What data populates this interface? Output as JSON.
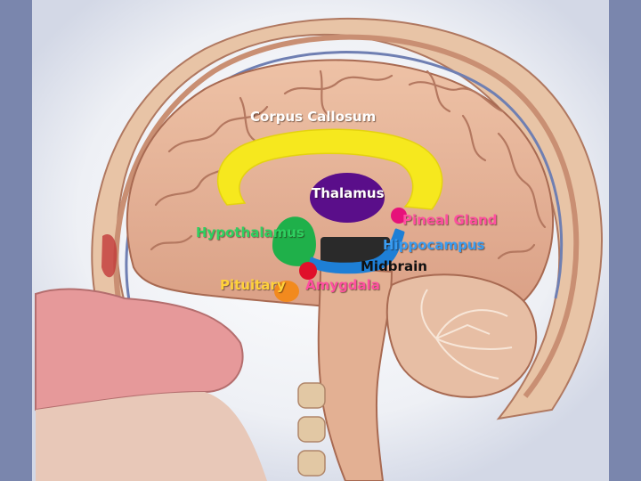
{
  "labels": {
    "corpus_callosum": "Corpus Callosum",
    "thalamus": "Thalamus",
    "pineal_gland": "Pineal Gland",
    "hypothalamus": "Hypothalamus",
    "hippocampus": "Hippocampus",
    "midbrain": "Midbrain",
    "pituitary": "Pituitary",
    "amygdala": "Amygdala"
  },
  "colors": {
    "background": "#7a86ad",
    "illustration_bg": "#dfe3ee",
    "brain_tissue": "#e6b49a",
    "corpus_callosum": "#f6e81e",
    "thalamus": "#5a0e8a",
    "pineal_gland": "#e6127a",
    "hypothalamus": "#1fb04a",
    "hippocampus": "#1e7fd6",
    "midbrain": "#2a2a2a",
    "pituitary": "#f28a1e",
    "amygdala": "#e0102a",
    "label_white": "#ffffff",
    "label_green": "#2fd060",
    "label_yellow": "#ffd23a",
    "label_pink": "#ff4fa0",
    "label_black": "#111111"
  }
}
